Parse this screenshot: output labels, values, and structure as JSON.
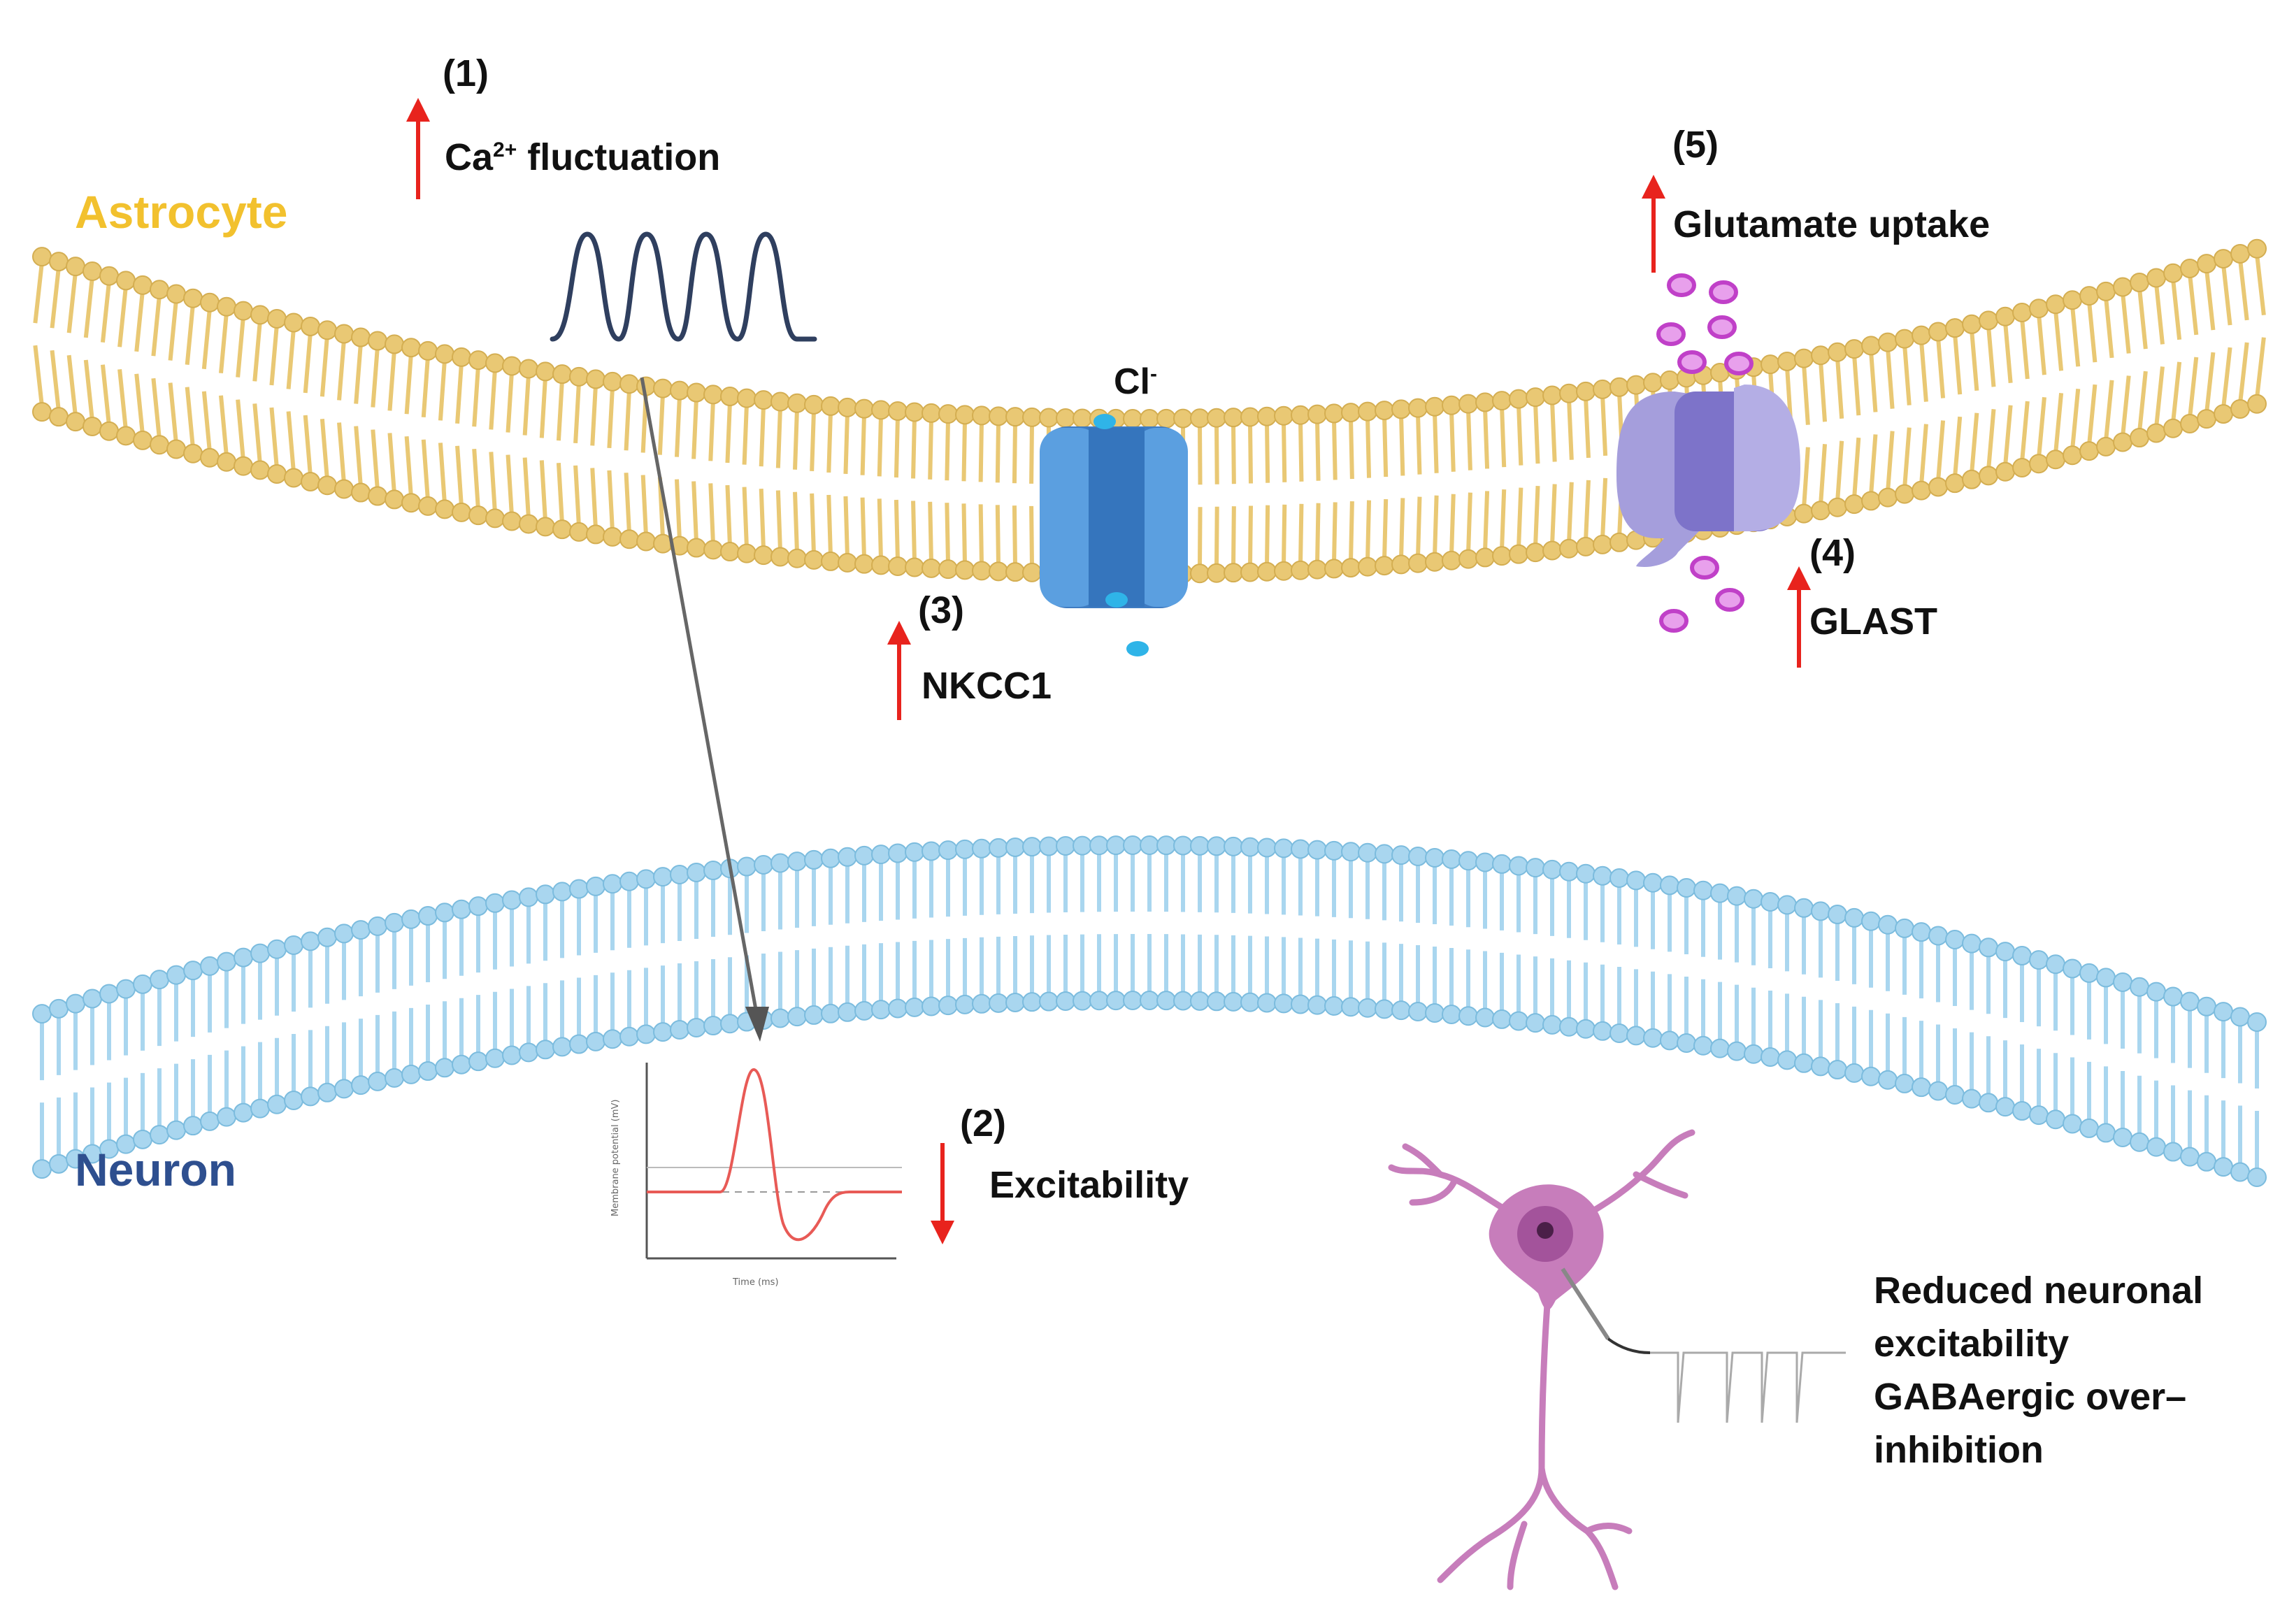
{
  "labels": {
    "astrocyte": "Astrocyte",
    "neuron": "Neuron",
    "chloride": "Cl",
    "chloride_sup": "-",
    "step1_num": "(1)",
    "step1_pre": "Ca",
    "step1_sup": "2+",
    "step1_post": " fluctuation",
    "step2_num": "(2)",
    "step2_text": "Excitability",
    "step3_num": "(3)",
    "step3_text": "NKCC1",
    "step4_num": "(4)",
    "step4_text": "GLAST",
    "step5_num": "(5)",
    "step5_text": "Glutamate uptake",
    "summary": [
      "Reduced neuronal",
      "excitability",
      "GABAergic over–",
      "inhibition"
    ]
  },
  "plot": {
    "ylabel": "Membrane potential (mV)",
    "xlabel": "Time (ms)"
  },
  "colors": {
    "astrocyte_label": "#f2c12e",
    "neuron_label": "#2e4f8f",
    "astro_membrane": "#e9c874",
    "astro_head_edge": "#d4ae52",
    "neuron_membrane": "#a9d6ef",
    "neuron_head_edge": "#7cbcde",
    "arrow_red": "#e8231d",
    "nkcc1": "#4a8fd6",
    "glast": "#9a93d6",
    "glutamate": "#c040c8",
    "chloride_ion": "#2fb4e8",
    "neuron_cell": "#c77dbb"
  }
}
